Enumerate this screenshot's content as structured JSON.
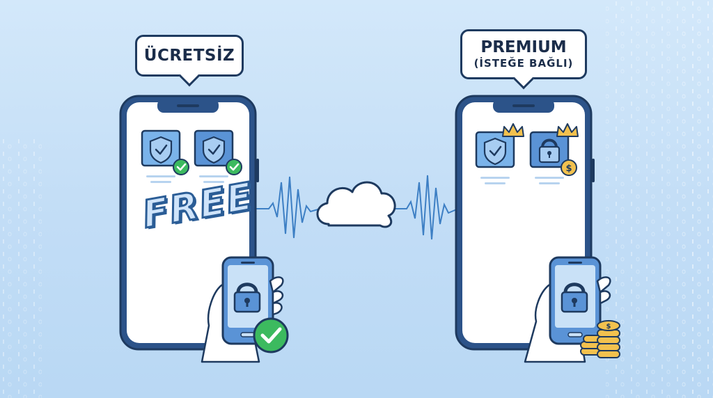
{
  "free_panel": {
    "bubble_label": "ÜCRETSİZ",
    "stamp_text": "FREE",
    "icons": [
      "shield-check-icon",
      "shield-check-icon",
      "lock-icon",
      "check-circle-icon"
    ]
  },
  "premium_panel": {
    "bubble_line1": "PREMIUM",
    "bubble_line2": "(İSTEĞE BAĞLI)",
    "icons": [
      "shield-check-icon",
      "crown-icon",
      "lock-icon",
      "crown-icon",
      "dollar-coin-icon",
      "lock-icon",
      "coin-stack-icon"
    ]
  },
  "center": {
    "icon": "cloud-icon"
  },
  "colors": {
    "background": "#c9e1f7",
    "outline": "#1e3a5f",
    "phone_frame": "#2c5389",
    "tile": "#7ab3ea",
    "check_green": "#3cba5f",
    "gold": "#f2c14e"
  }
}
